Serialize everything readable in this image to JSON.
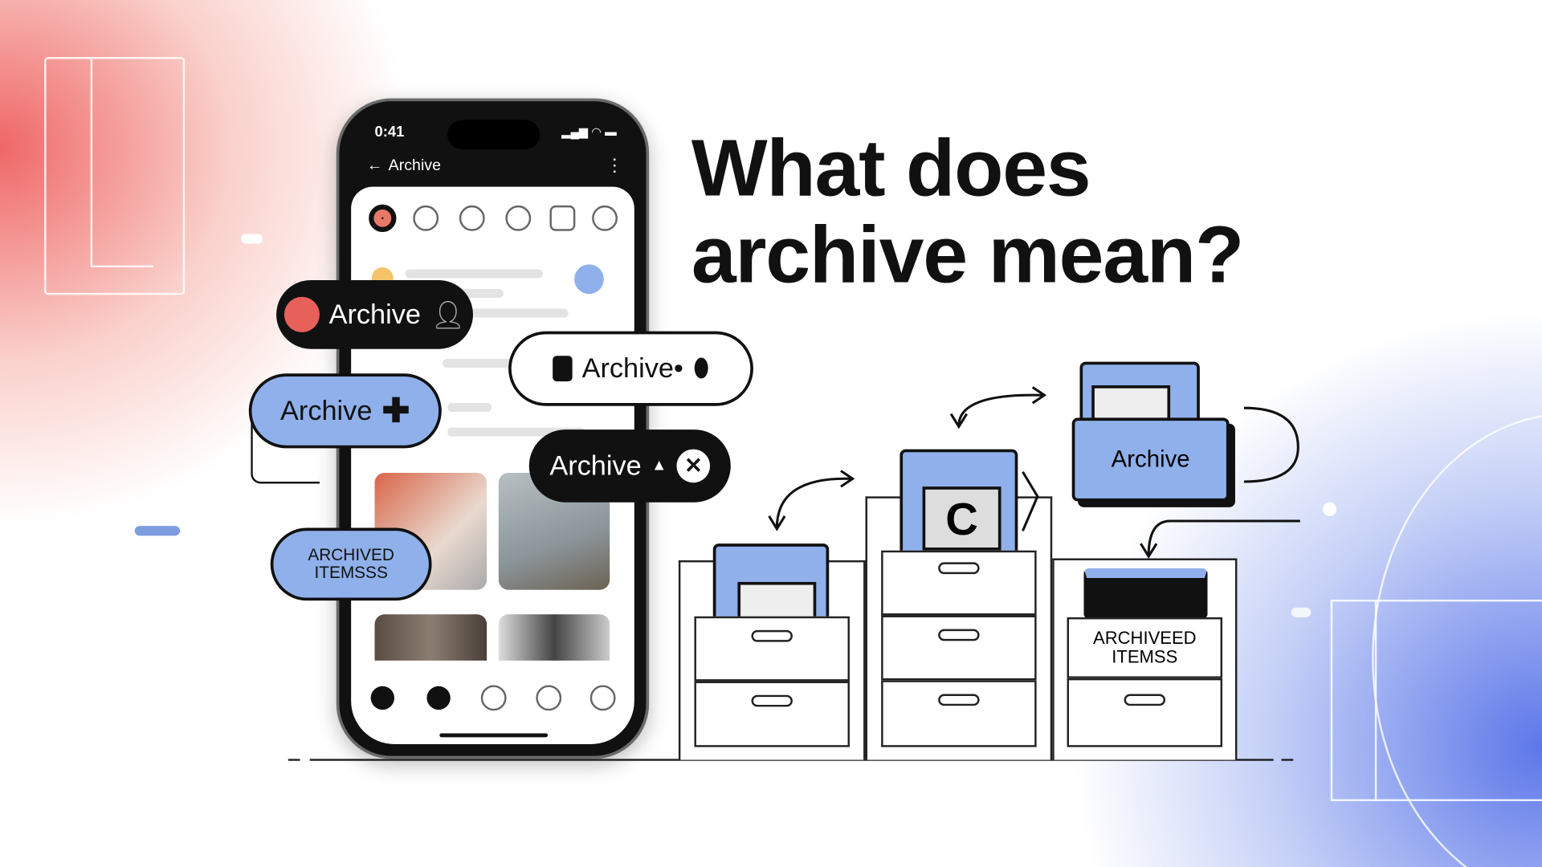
{
  "headline": {
    "line1": "What does",
    "line2": "archive mean?"
  },
  "phone": {
    "status_time": "0:41",
    "header_title": "Archive",
    "back_icon": "arrow-left-icon",
    "menu_icon": "kebab-icon",
    "top_icons": [
      "avatar",
      "camera-icon",
      "contacts-icon",
      "reply-icon",
      "square-icon",
      "heart-icon"
    ],
    "bottom_nav": [
      "home-icon",
      "archive-icon",
      "close-icon",
      "clock-icon",
      "settings-icon"
    ]
  },
  "chips": [
    {
      "label": "Archive",
      "style": "dark",
      "icon": "person-icon"
    },
    {
      "label": "Archive",
      "style": "blue",
      "icon": "plus-icon"
    },
    {
      "label": "Archive•",
      "style": "white",
      "icon": "pin-icon"
    },
    {
      "label": "Archive",
      "style": "dark",
      "icon": "close-icon"
    },
    {
      "label": "ARCHIVED ITEMSSS",
      "style": "blue"
    }
  ],
  "cabinets": {
    "folder_label": "Archive",
    "drawer_label": "ARCHIVEED ITEMSS",
    "card_letter": "C"
  },
  "colors": {
    "accent_blue": "#8fb0ea",
    "dark": "#111111",
    "red": "#e8605a"
  }
}
